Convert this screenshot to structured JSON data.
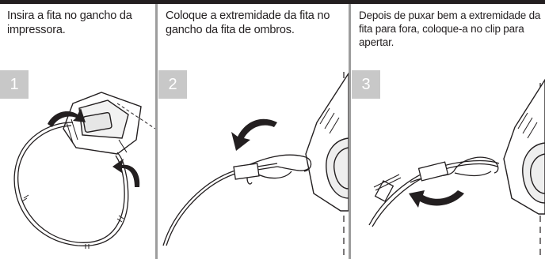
{
  "steps": [
    {
      "number": "1",
      "text": "Insira a fita no gancho da impressora."
    },
    {
      "number": "2",
      "text": "Coloque a extremidade da fita no gancho da fita de ombros."
    },
    {
      "number": "3",
      "text": "Depois de puxar bem a extremidade da fita para fora, coloque-a no clip para apertar."
    }
  ],
  "colors": {
    "ink": "#231f20",
    "step_badge": "#c8c8c8",
    "divider": "#9d9d9d",
    "arrow": "#231f20"
  }
}
